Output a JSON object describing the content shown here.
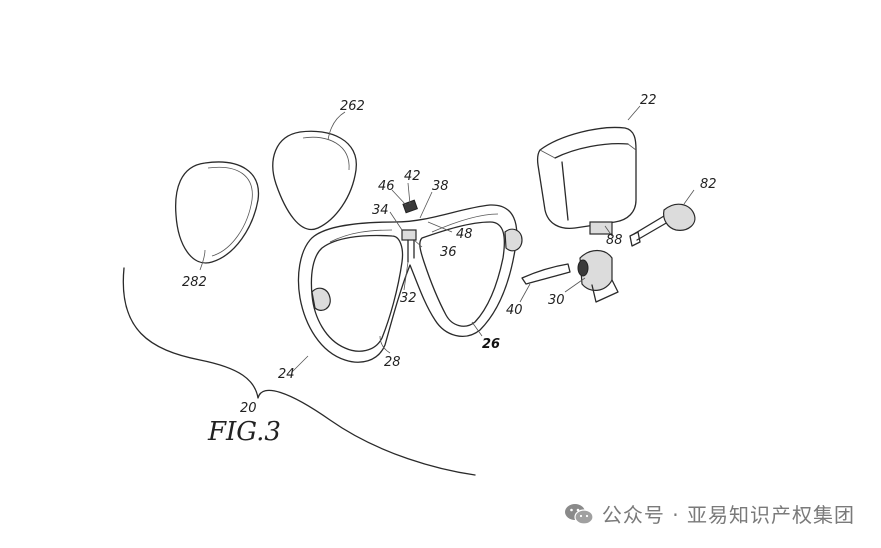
{
  "figure": {
    "caption": "FIG.3",
    "labels": {
      "l20": "20",
      "l22": "22",
      "l24": "24",
      "l26": "26",
      "l28": "28",
      "l30": "30",
      "l32": "32",
      "l34": "34",
      "l36": "36",
      "l38": "38",
      "l40": "40",
      "l42": "42",
      "l46": "46",
      "l48": "48",
      "l82": "82",
      "l88": "88",
      "l262": "262",
      "l282": "282"
    }
  },
  "watermark": {
    "icon": "wechat-icon",
    "text": "公众号 · 亚易知识产权集团"
  }
}
